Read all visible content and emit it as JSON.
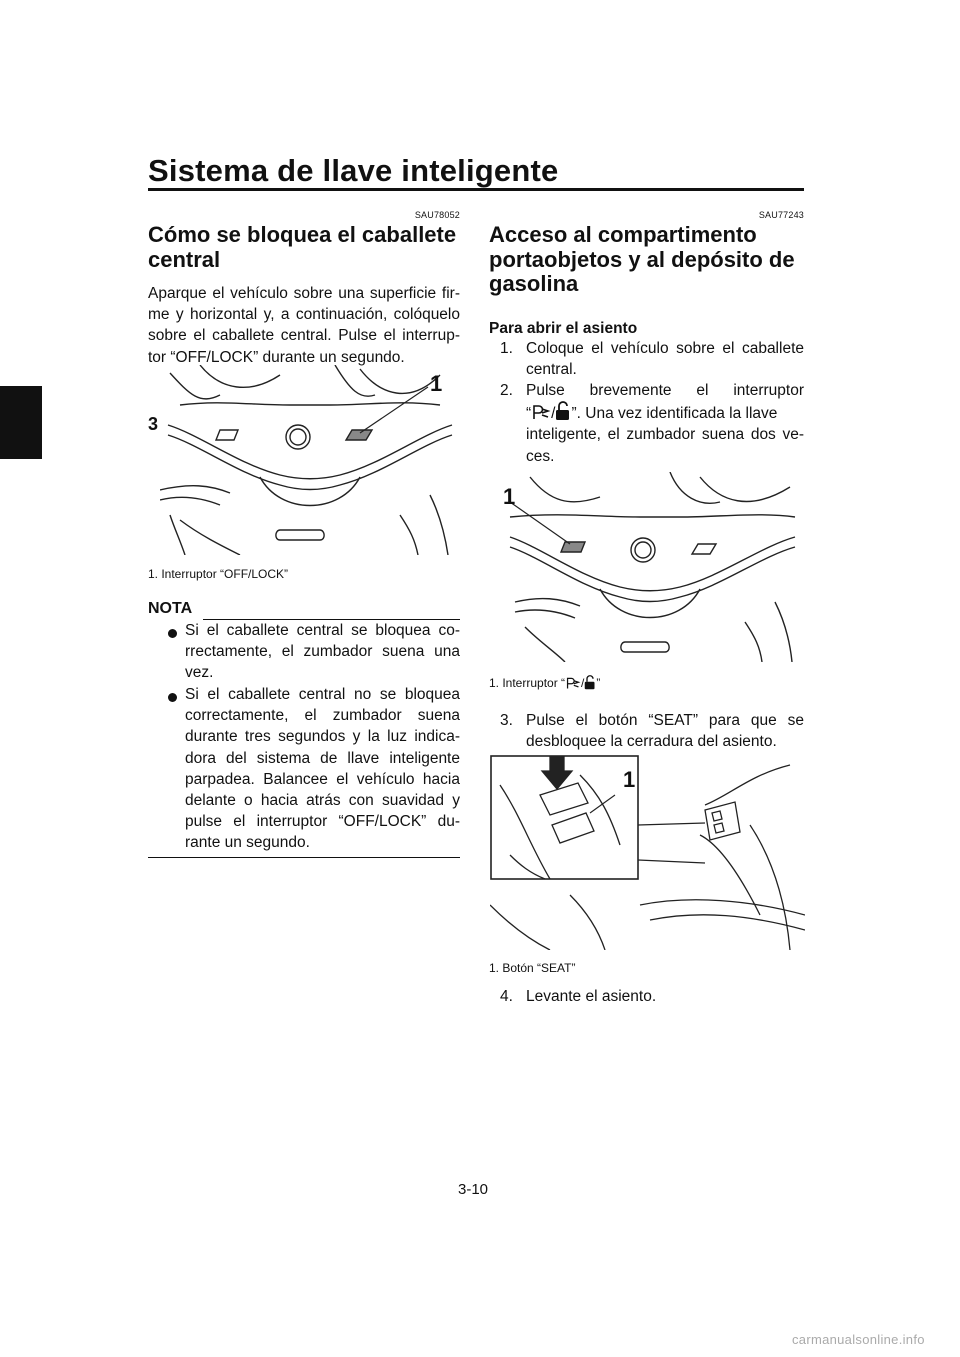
{
  "header": {
    "title": "Sistema de llave inteligente",
    "chapter_number": "3"
  },
  "left": {
    "code": "SAU78052",
    "heading_line1": "Cómo se bloquea el caballete",
    "heading_line2": "central",
    "paragraph": [
      "Aparque el vehículo sobre una superficie fir-",
      "me y horizontal y, a continuación, colóquelo",
      "sobre el caballete central. Pulse el interrup-",
      "tor “OFF/LOCK” durante un segundo."
    ],
    "figure_callout": "1",
    "figure_caption": "1.  Interruptor “OFF/LOCK”",
    "nota_label": "NOTA",
    "bullets": [
      [
        "Si el caballete central se bloquea co-",
        "rrectamente, el zumbador suena una",
        "vez."
      ],
      [
        "Si el caballete central no se bloquea",
        "correctamente, el zumbador suena",
        "durante tres segundos y la luz indica-",
        "dora del sistema de llave inteligente",
        "parpadea. Balancee el vehículo hacia",
        "delante o hacia atrás con suavidad y",
        "pulse el interruptor “OFF/LOCK” du-",
        "rante un segundo."
      ]
    ]
  },
  "right": {
    "code": "SAU77243",
    "heading_lines": [
      "Acceso al compartimento",
      "portaobjetos y al depósito de",
      "gasolina"
    ],
    "subheading": "Para abrir el asiento",
    "steps": [
      {
        "num": "1.",
        "lines": [
          "Coloque el vehículo sobre el caballete",
          "central."
        ]
      },
      {
        "num": "2.",
        "lines_a": "Pulse brevemente el interruptor",
        "quote_open": "“",
        "quote_rest": "”. Una vez identificada la llave",
        "lines_b": [
          "inteligente, el zumbador suena dos ve-",
          "ces."
        ]
      },
      {
        "num": "3.",
        "lines": [
          "Pulse el botón “SEAT” para que se",
          "desbloquee la cerradura del asiento."
        ]
      },
      {
        "num": "4.",
        "lines": [
          "Levante el asiento."
        ]
      }
    ],
    "figure2_callout": "1",
    "figure2_caption_pre": "1.  Interruptor “",
    "figure2_caption_post": "”",
    "figure3_callout": "1",
    "figure3_caption": "1.  Botón “SEAT”"
  },
  "footer": {
    "page_number": "3-10",
    "watermark": "carmanualsonline.info"
  },
  "icons": {
    "smart_key": "smart-key-icon",
    "unlock": "padlock-icon"
  }
}
